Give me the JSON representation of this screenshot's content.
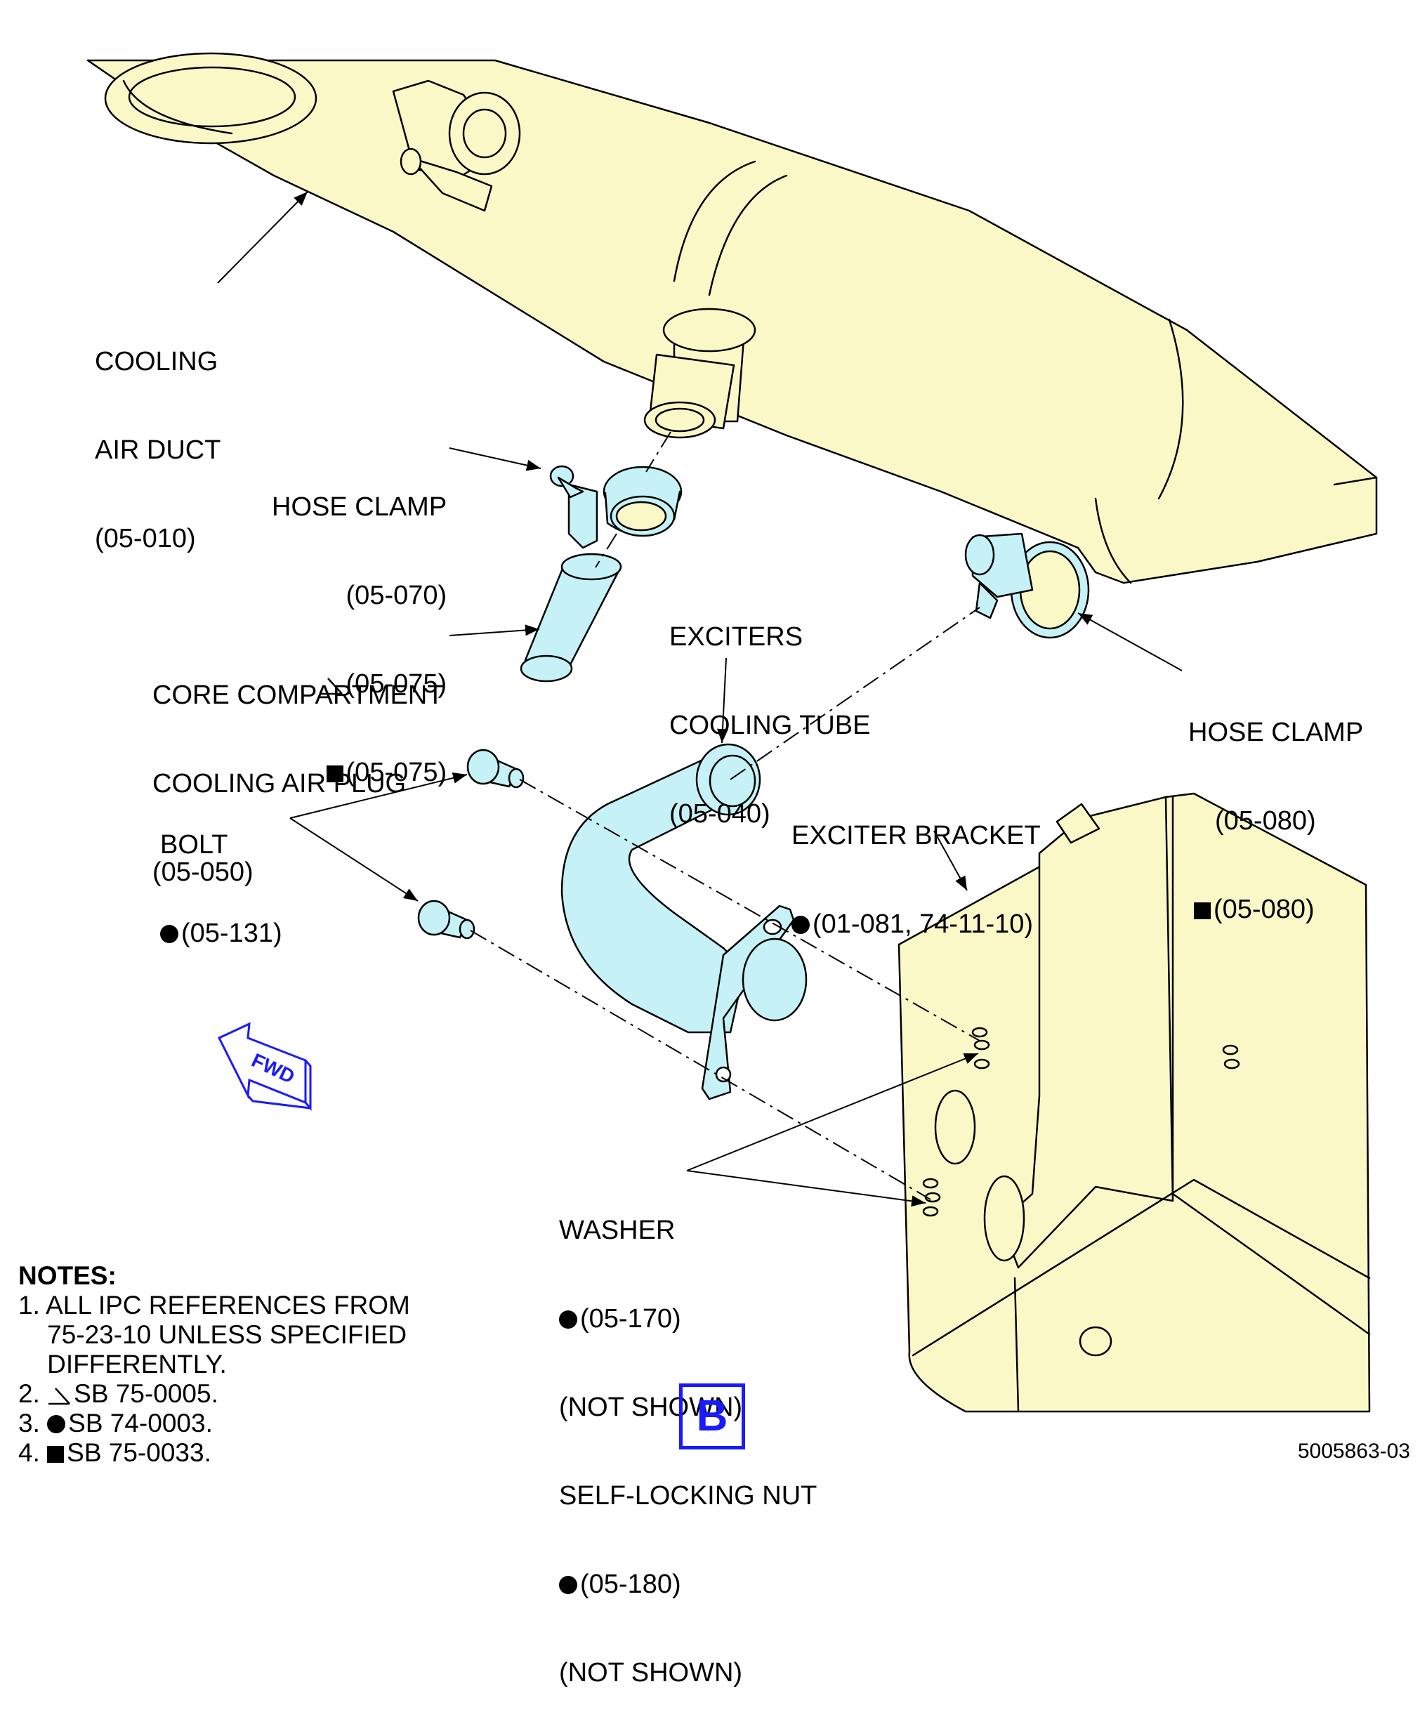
{
  "labels": {
    "cooling_air_duct": [
      "COOLING",
      "AIR DUCT",
      "(05-010)"
    ],
    "hose_clamp_1": {
      "title": "HOSE CLAMP",
      "ref": "(05-070)",
      "tri_ref": "(05-075)",
      "sq_ref": "(05-075)"
    },
    "plug": [
      "CORE COMPARTMENT",
      "COOLING AIR PLUG",
      "(05-050)"
    ],
    "tube": [
      "EXCITERS",
      "COOLING TUBE",
      "(05-040)"
    ],
    "hose_clamp_2": {
      "title": "HOSE CLAMP",
      "ref": "(05-080)",
      "sq_ref": "(05-080)"
    },
    "bracket": {
      "title": "EXCITER BRACKET",
      "ref": "(01-081, 74-11-10)"
    },
    "bolt": {
      "title": "BOLT",
      "ref": "(05-131)"
    },
    "washer": {
      "title": "WASHER",
      "ref": "(05-170)",
      "note": "(NOT SHOWN)"
    },
    "nut": {
      "title": "SELF-LOCKING NUT",
      "ref": "(05-180)",
      "note": "(NOT SHOWN)"
    },
    "fwd": "FWD"
  },
  "notes": {
    "heading": "NOTES:",
    "n1": [
      "1. ALL IPC REFERENCES FROM",
      "    75-23-10 UNLESS SPECIFIED",
      "    DIFFERENTLY."
    ],
    "n2": "SB 75-0005.",
    "n3": "SB 74-0003.",
    "n4": "SB 75-0033.",
    "n2_num": "2.",
    "n3_num": "3.",
    "n4_num": "4."
  },
  "view_letter": "B",
  "drawing_number": "5005863-03",
  "colors": {
    "part_yellow": "#fbf8c8",
    "part_cyan": "#c6f2f7",
    "fwd_blue": "#1a1aff"
  }
}
